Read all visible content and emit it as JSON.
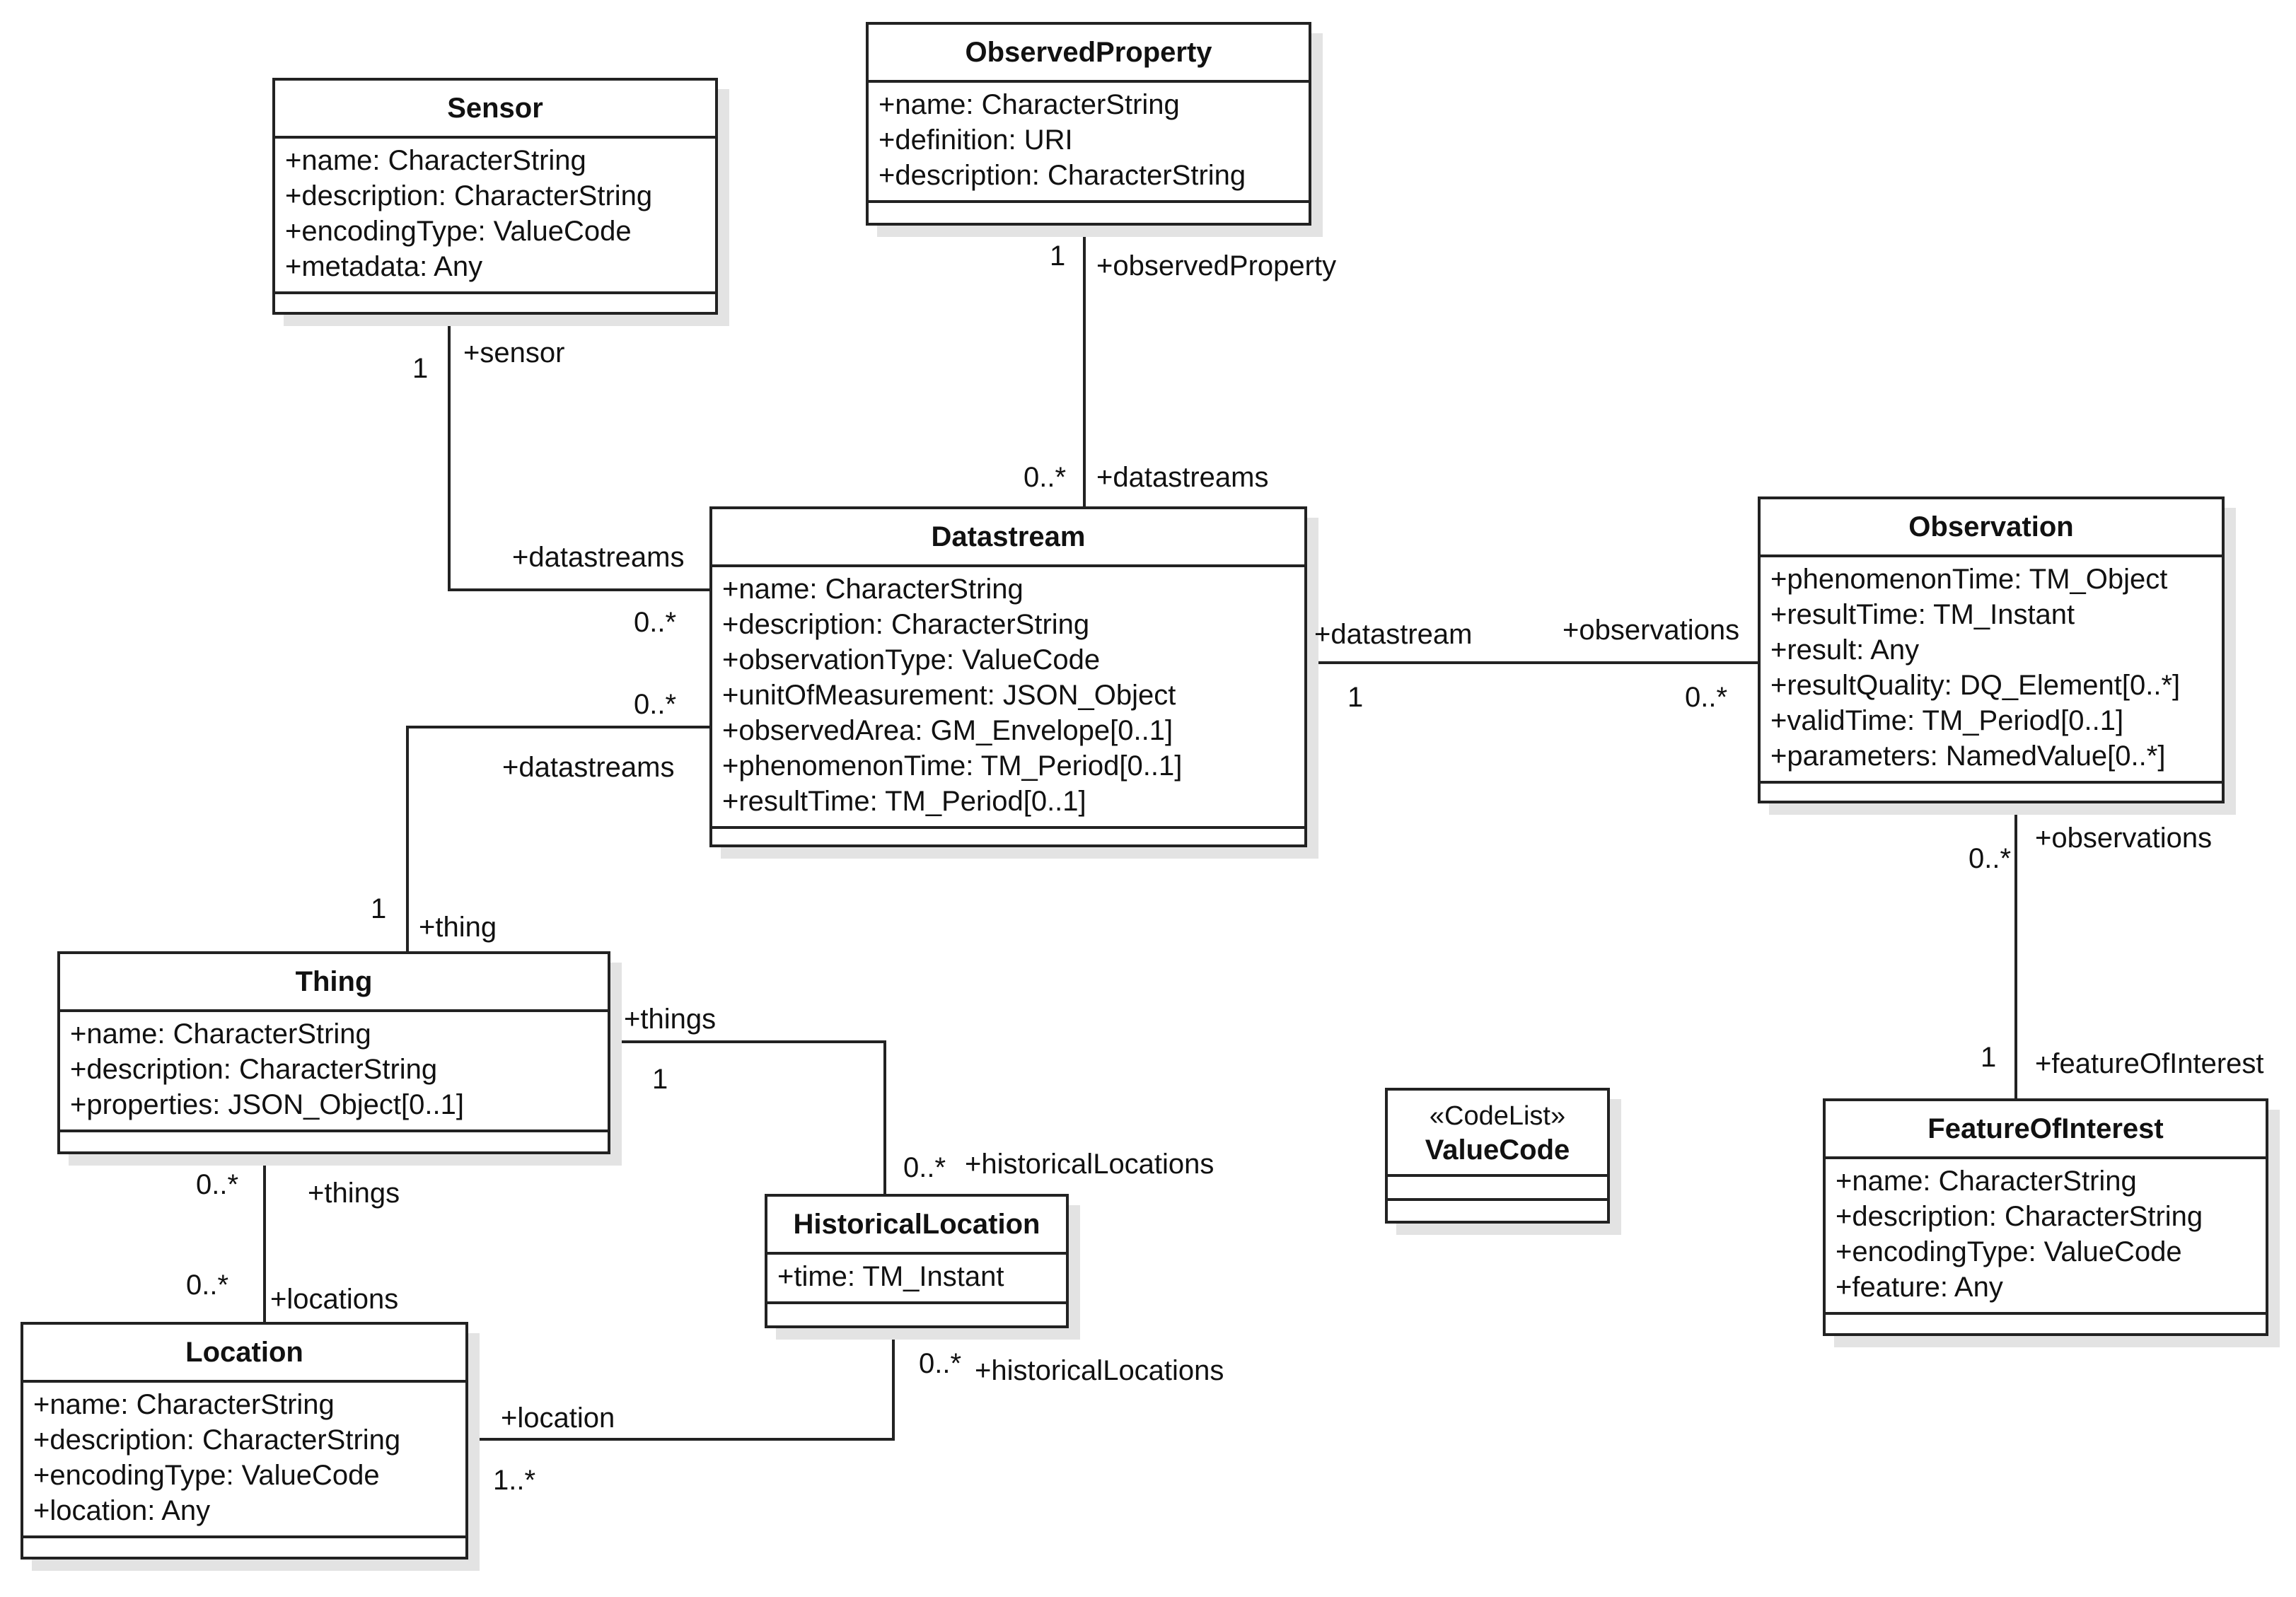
{
  "classes": {
    "sensor": {
      "name": "Sensor",
      "attributes": [
        "+name: CharacterString",
        "+description: CharacterString",
        "+encodingType: ValueCode",
        "+metadata: Any"
      ]
    },
    "observed_property": {
      "name": "ObservedProperty",
      "attributes": [
        "+name: CharacterString",
        "+definition: URI",
        "+description: CharacterString"
      ]
    },
    "datastream": {
      "name": "Datastream",
      "attributes": [
        "+name: CharacterString",
        "+description: CharacterString",
        "+observationType: ValueCode",
        "+unitOfMeasurement: JSON_Object",
        "+observedArea: GM_Envelope[0..1]",
        "+phenomenonTime: TM_Period[0..1]",
        "+resultTime: TM_Period[0..1]"
      ]
    },
    "observation": {
      "name": "Observation",
      "attributes": [
        "+phenomenonTime: TM_Object",
        "+resultTime: TM_Instant",
        "+result: Any",
        "+resultQuality: DQ_Element[0..*]",
        "+validTime: TM_Period[0..1]",
        "+parameters: NamedValue[0..*]"
      ]
    },
    "thing": {
      "name": "Thing",
      "attributes": [
        "+name: CharacterString",
        "+description: CharacterString",
        "+properties: JSON_Object[0..1]"
      ]
    },
    "historical_location": {
      "name": "HistoricalLocation",
      "attributes": [
        "+time: TM_Instant"
      ]
    },
    "location": {
      "name": "Location",
      "attributes": [
        "+name: CharacterString",
        "+description: CharacterString",
        "+encodingType: ValueCode",
        "+location: Any"
      ]
    },
    "feature_of_interest": {
      "name": "FeatureOfInterest",
      "attributes": [
        "+name: CharacterString",
        "+description: CharacterString",
        "+encodingType: ValueCode",
        "+feature: Any"
      ]
    },
    "value_code": {
      "stereotype": "«CodeList»",
      "name": "ValueCode"
    }
  },
  "associations": {
    "sensor_datastream": {
      "role_a": "+sensor",
      "mult_a": "1",
      "role_b": "+datastreams",
      "mult_b": "0..*"
    },
    "observed_property_datastream": {
      "role_a": "+observedProperty",
      "mult_a": "1",
      "role_b": "+datastreams",
      "mult_b": "0..*"
    },
    "datastream_observation": {
      "role_a": "+datastream",
      "mult_a": "1",
      "role_b": "+observations",
      "mult_b": "0..*"
    },
    "thing_datastream": {
      "role_a": "+thing",
      "mult_a": "1",
      "role_b": "+datastreams",
      "mult_b": "0..*"
    },
    "observation_foi": {
      "role_a": "+observations",
      "mult_a": "0..*",
      "role_b": "+featureOfInterest",
      "mult_b": "1"
    },
    "thing_historical_location": {
      "role_a": "+things",
      "mult_a": "1",
      "role_b": "+historicalLocations",
      "mult_b": "0..*"
    },
    "thing_location": {
      "role_a": "+things",
      "mult_a": "0..*",
      "role_b": "+locations",
      "mult_b": "0..*"
    },
    "location_historical_location": {
      "role_a": "+location",
      "mult_a": "1..*",
      "role_b": "+historicalLocations",
      "mult_b": "0..*"
    }
  }
}
